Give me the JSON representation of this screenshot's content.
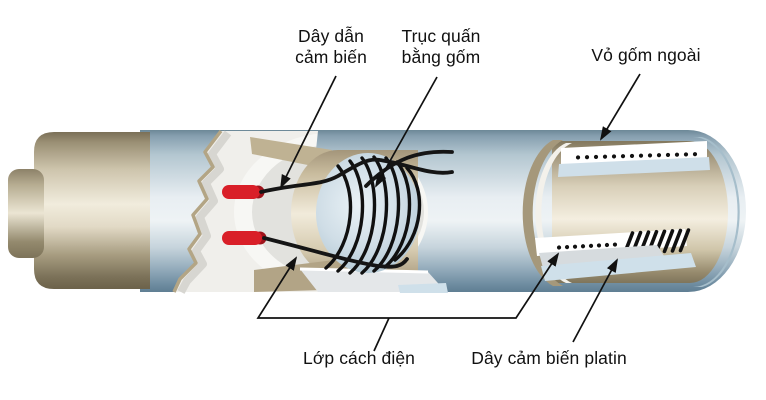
{
  "diagram": {
    "labels": {
      "sensor_lead_line1": "Dây dẫn",
      "sensor_lead_line2": "cảm biến",
      "winding_core_line1": "Trục quấn",
      "winding_core_line2": "bằng gốm",
      "outer_shell": "Vỏ gốm ngoài",
      "insulation": "Lớp cách điện",
      "platinum_wire": "Dây cảm biến platin"
    },
    "colors": {
      "background": "#ffffff",
      "tube_blue_dark": "#64808f",
      "tube_blue_light": "#eef3f5",
      "ceramic_tan_dark": "#80765c",
      "ceramic_tan_light": "#f4eee0",
      "insulator_white": "#f7f7f4",
      "lead_red": "#d91f28",
      "wire_black": "#141414",
      "text": "#111111"
    }
  }
}
